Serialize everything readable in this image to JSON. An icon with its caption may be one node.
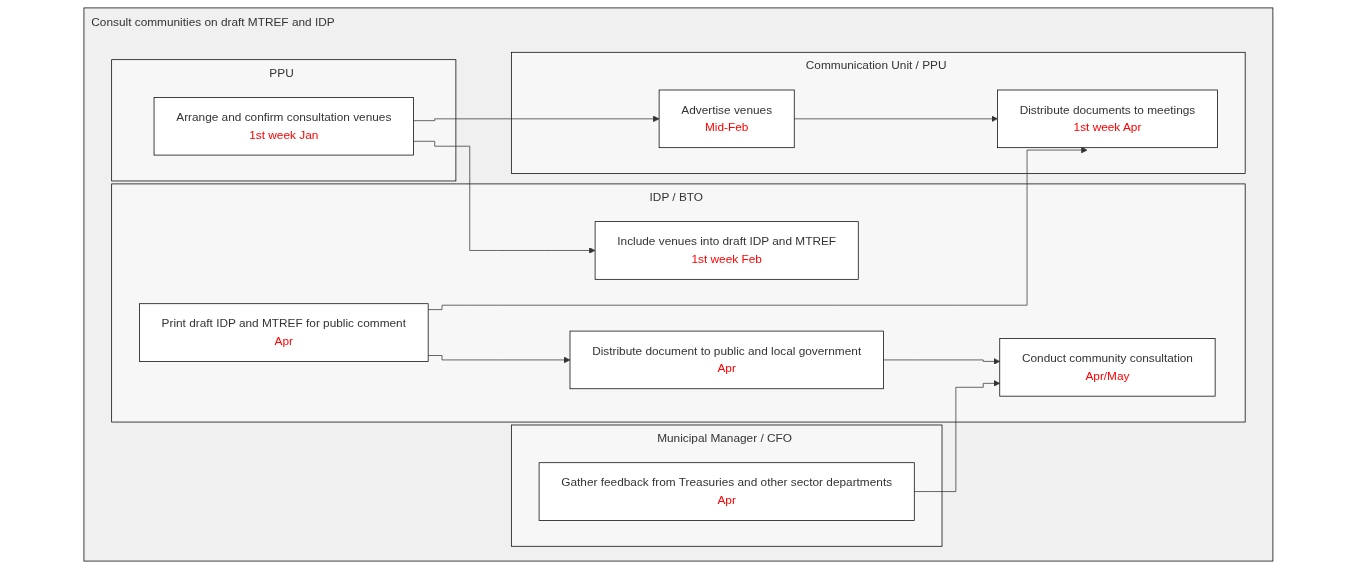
{
  "diagram": {
    "nodes": [
      {
        "text": [
          "Consult communities on draft MTREF and IDP"
        ]
      },
      {
        "text": [
          "Municipal Manager / CFO"
        ],
        "in": 0
      },
      {
        "text": [
          "PPU"
        ],
        "in": 0
      },
      {
        "text": [
          "IDP / BTO"
        ],
        "in": 0
      },
      {
        "text": [
          "Communication Unit / PPU"
        ],
        "in": 0
      },
      {
        "text": [
          "Gather feedback from Treasuries and other sector departments",
          "Apr"
        ],
        "in": 1
      },
      {
        "text": [
          "Arrange and confirm consultation venues",
          "1st week Jan"
        ],
        "in": 2
      },
      {
        "text": [
          "Include venues into draft IDP and MTREF",
          "1st week Feb"
        ],
        "in": 3
      },
      {
        "text": [
          "Print draft IDP and MTREF for public comment",
          "Apr"
        ],
        "in": 3
      },
      {
        "text": [
          "Distribute document to public and local government",
          "Apr"
        ],
        "in": 3
      },
      {
        "text": [
          "Conduct community consultation",
          "Apr/May"
        ],
        "in": 3
      },
      {
        "text": [
          "Advertise venues",
          "Mid-Feb"
        ],
        "in": 4
      },
      {
        "text": [
          "Distribute documents to meetings",
          "1st week Apr"
        ],
        "in": 4
      }
    ],
    "edges": [
      {
        "from": 6,
        "to": 7,
        "arrow": "to"
      },
      {
        "from": 6,
        "to": 11,
        "arrow": "to"
      },
      {
        "from": 8,
        "to": 12,
        "arrow": "to"
      },
      {
        "from": 11,
        "to": 12,
        "arrow": "to"
      },
      {
        "from": 8,
        "to": 9,
        "arrow": "to"
      },
      {
        "from": 9,
        "to": 10,
        "arrow": "to"
      },
      {
        "from": 5,
        "to": 10,
        "arrow": "to"
      }
    ]
  }
}
